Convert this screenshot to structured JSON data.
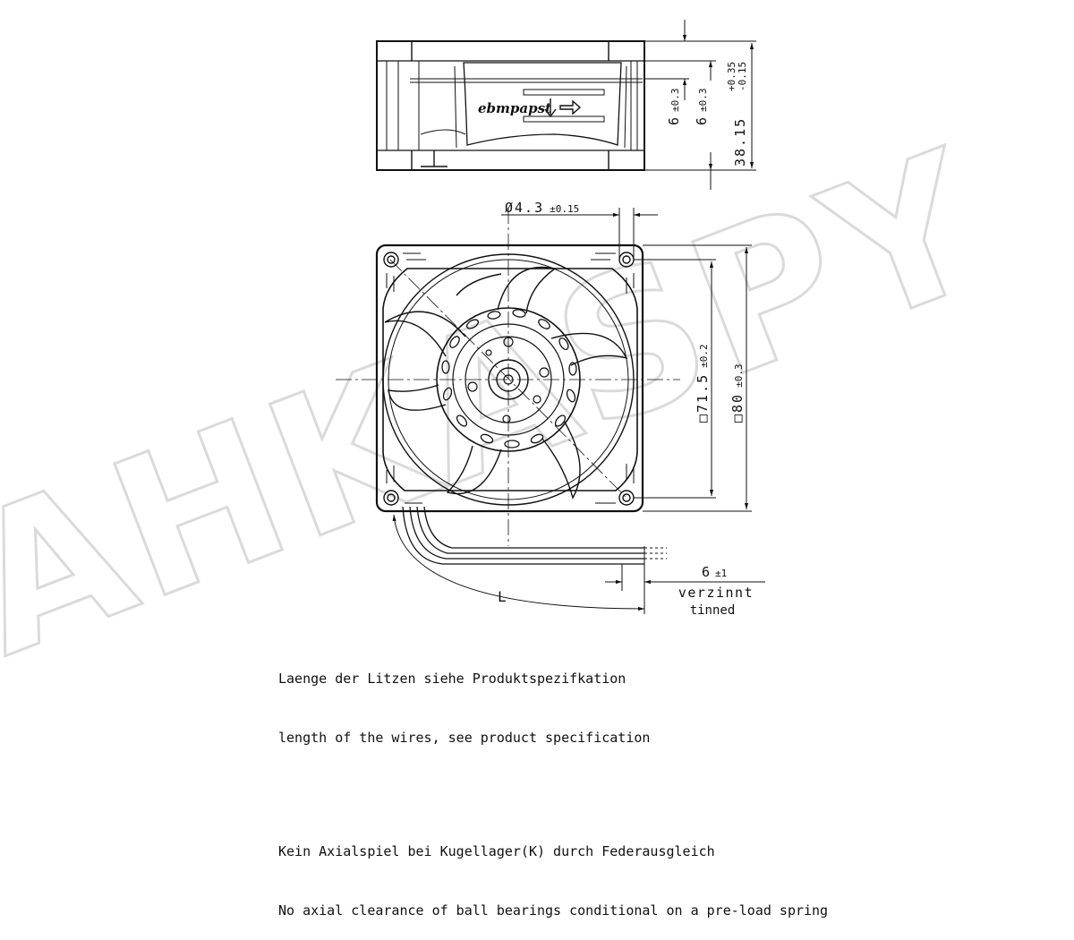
{
  "brand": {
    "logo_text": "ebmpapst"
  },
  "watermark": {
    "text": "AHKASPY"
  },
  "side_view": {
    "dim_top_small": {
      "value": "6",
      "tol": "±0.3"
    },
    "dim_top": {
      "value": "6",
      "tol": "±0.3"
    },
    "dim_height": {
      "value": "38.15",
      "tol_upper": "+0.35",
      "tol_lower": "-0.15"
    }
  },
  "front_view": {
    "dim_hole": {
      "value": "Ø4.3",
      "tol": "±0.15"
    },
    "dim_hole_pitch": {
      "value": "□71.5",
      "tol": "±0.2"
    },
    "dim_frame": {
      "value": "□80",
      "tol": "±0.3"
    }
  },
  "wires": {
    "strip_dim": {
      "value": "6",
      "tol": "±1"
    },
    "strip_label_de": "verzinnt",
    "strip_label_en": "tinned",
    "length_label": "L"
  },
  "notes": {
    "wire_length_de": "Laenge der Litzen siehe Produktspezifkation",
    "wire_length_en": "length of the wires, see product specification",
    "bearing_de": "Kein Axialspiel bei Kugellager(K) durch Federausgleich",
    "bearing_en": "No axial clearance of ball bearings conditional on a pre-load spring"
  }
}
